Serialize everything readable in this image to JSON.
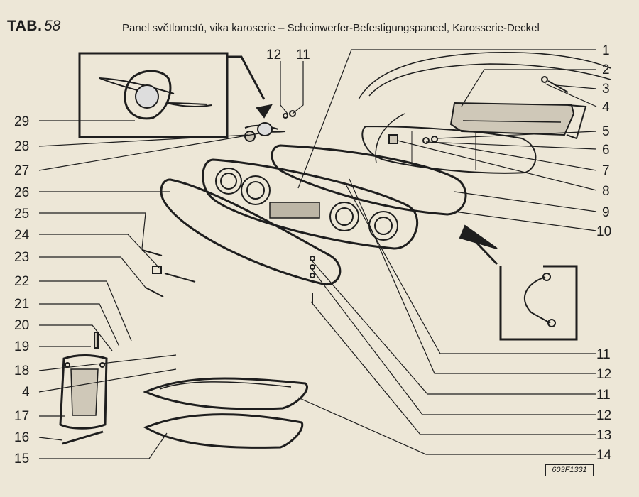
{
  "header": {
    "tab_label": "TAB.",
    "tab_number": "58",
    "title": "Panel světlometů, vika karoserie – Scheinwerfer-Befestigungspaneel, Karosserie-Deckel"
  },
  "callouts": {
    "left": [
      "29",
      "28",
      "27",
      "26",
      "25",
      "24",
      "23",
      "22",
      "21",
      "20",
      "19",
      "18",
      "4",
      "17",
      "16",
      "15"
    ],
    "right": [
      "1",
      "2",
      "3",
      "4",
      "5",
      "6",
      "7",
      "8",
      "9",
      "10",
      "11",
      "12",
      "11",
      "12",
      "13",
      "14"
    ],
    "top": [
      "12",
      "11"
    ]
  },
  "drawing_code": "603F1331",
  "colors": {
    "paper": "#ede7d7",
    "ink": "#1e1e1e"
  }
}
